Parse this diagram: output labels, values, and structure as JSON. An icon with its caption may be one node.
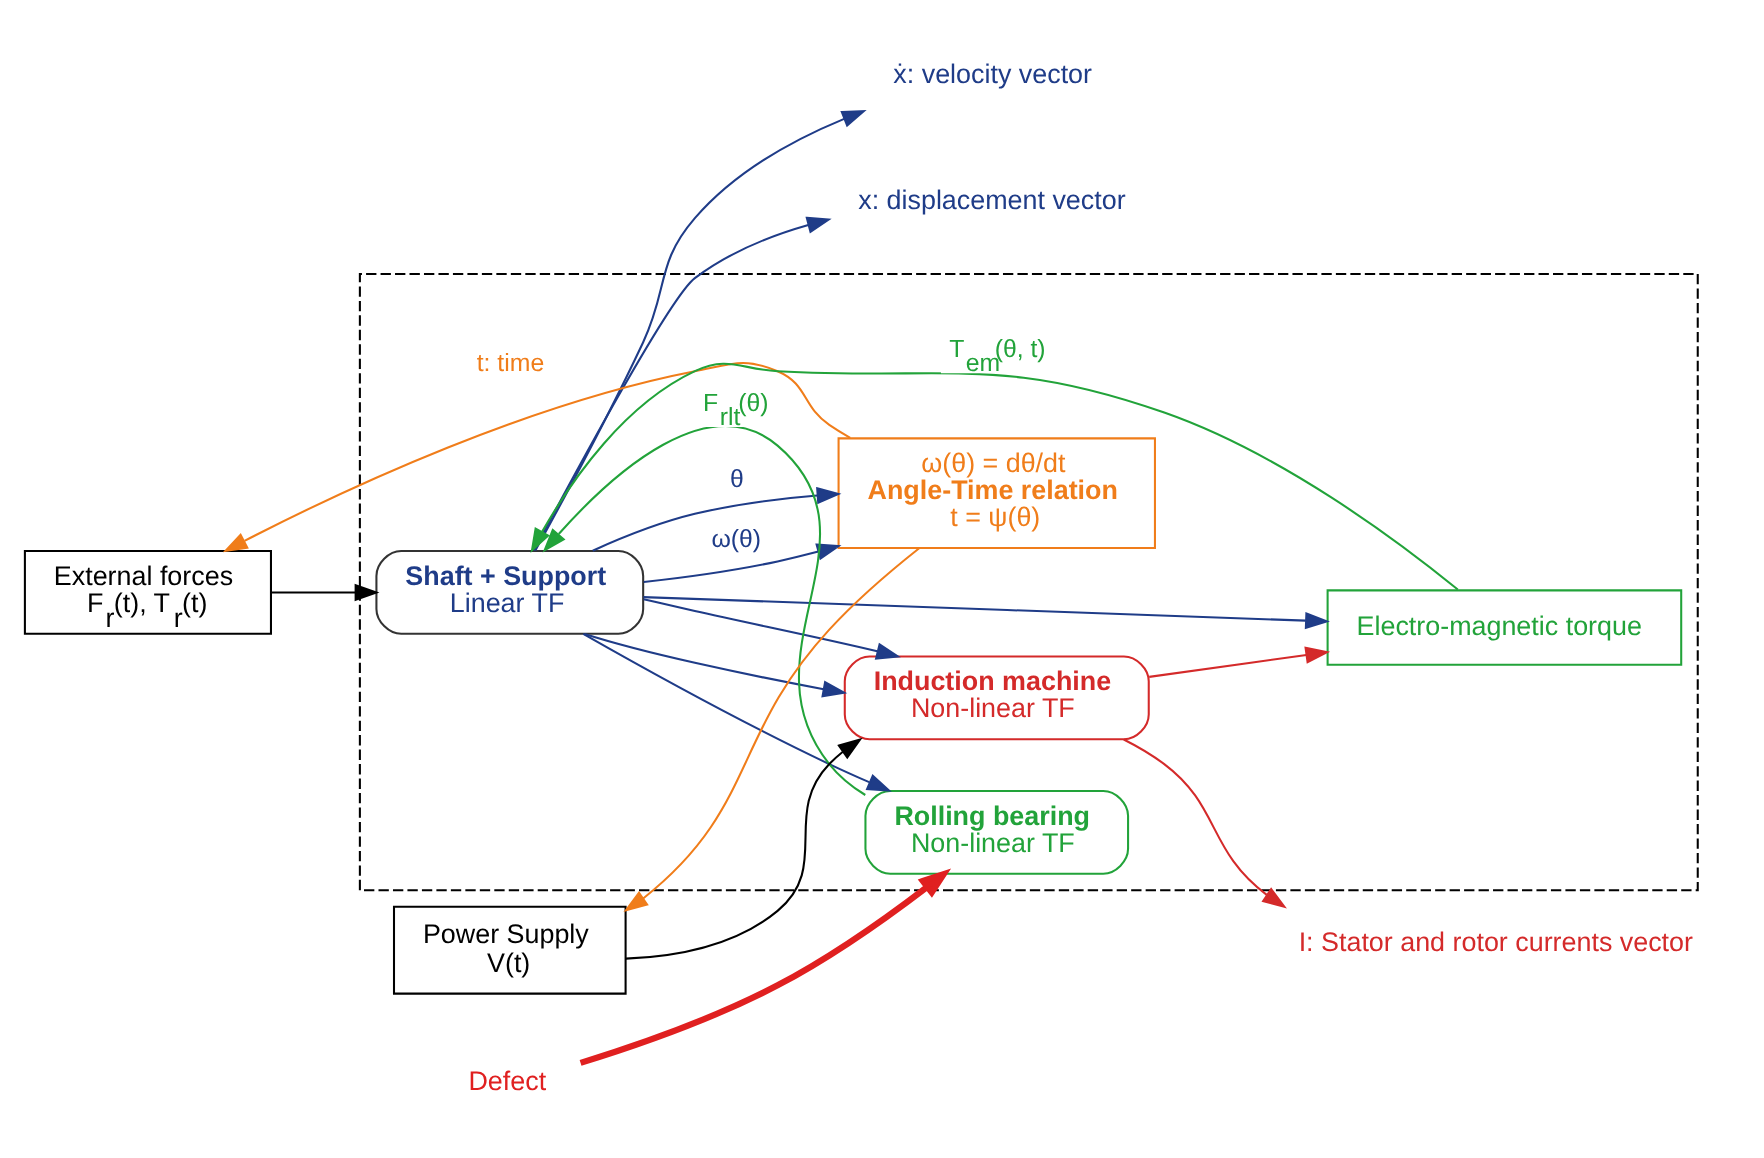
{
  "diagram": {
    "nodes": [
      {
        "text": [],
        "shape": "box"
      },
      {
        "text": [
          "Shaft + Support",
          "Linear TF"
        ],
        "in": 0
      },
      {
        "text": [
          "Rolling bearing",
          "Non-linear TF"
        ],
        "in": 0
      },
      {
        "text": [
          "ω(θ) = dθ/dt",
          "Angle-Time relation",
          "t = ψ(θ)"
        ],
        "in": 0
      },
      {
        "text": [
          "Induction machine",
          "Non-linear TF"
        ],
        "in": 0
      },
      {
        "text": [
          "Electro-magnetic torque"
        ],
        "in": 0
      },
      {
        "text": [
          "External forces",
          "F$_{r}$(t), T$_{r}$(t)"
        ]
      },
      {
        "text": [
          "Power Supply",
          "V(t)"
        ]
      },
      {
        "text": [
          "Defect"
        ]
      },
      {
        "text": [
          "x: displacement vector"
        ]
      },
      {
        "text": [
          "ẋ: velocity vector"
        ]
      },
      {
        "text": [
          "I: Stator and rotor currents vector"
        ]
      }
    ],
    "edges": [
      {
        "from": 5,
        "to": 1,
        "arrow": "to",
        "label": "T$_{em}$(θ, t)",
        "color": "#22a33a"
      },
      {
        "from": 6,
        "to": 1,
        "arrow": "to",
        "color": "#000000"
      },
      {
        "from": 2,
        "to": 1,
        "arrow": "to",
        "label": "F$_{rlt}$(θ)",
        "color": "#22a33a"
      },
      {
        "from": 8,
        "to": 2,
        "arrow": "to",
        "style": "thick",
        "color": "#e02020"
      },
      {
        "from": 1,
        "to": 9,
        "arrow": "to"
      },
      {
        "from": 1,
        "to": 10,
        "arrow": "to"
      },
      {
        "from": 1,
        "to": 2,
        "arrow": "to"
      },
      {
        "from": 1,
        "to": 3,
        "arrow": "to",
        "label": "ω(θ)"
      },
      {
        "from": 1,
        "to": 3,
        "arrow": "to",
        "label": "θ"
      },
      {
        "from": 1,
        "to": 4,
        "arrow": "to"
      },
      {
        "from": 1,
        "to": 4,
        "arrow": "to"
      },
      {
        "from": 1,
        "to": 5,
        "arrow": "to"
      },
      {
        "from": 3,
        "to": 6,
        "arrow": "to",
        "label": "t: time",
        "color": "#f07d1a"
      },
      {
        "from": 3,
        "to": 7,
        "arrow": "to",
        "color": "#f07d1a"
      },
      {
        "from": 7,
        "to": 4,
        "arrow": "to",
        "color": "#000000"
      },
      {
        "from": 4,
        "to": 11,
        "arrow": "to",
        "color": "#d42a2a"
      },
      {
        "from": 4,
        "to": 5,
        "arrow": "to",
        "color": "#d42a2a"
      }
    ]
  }
}
